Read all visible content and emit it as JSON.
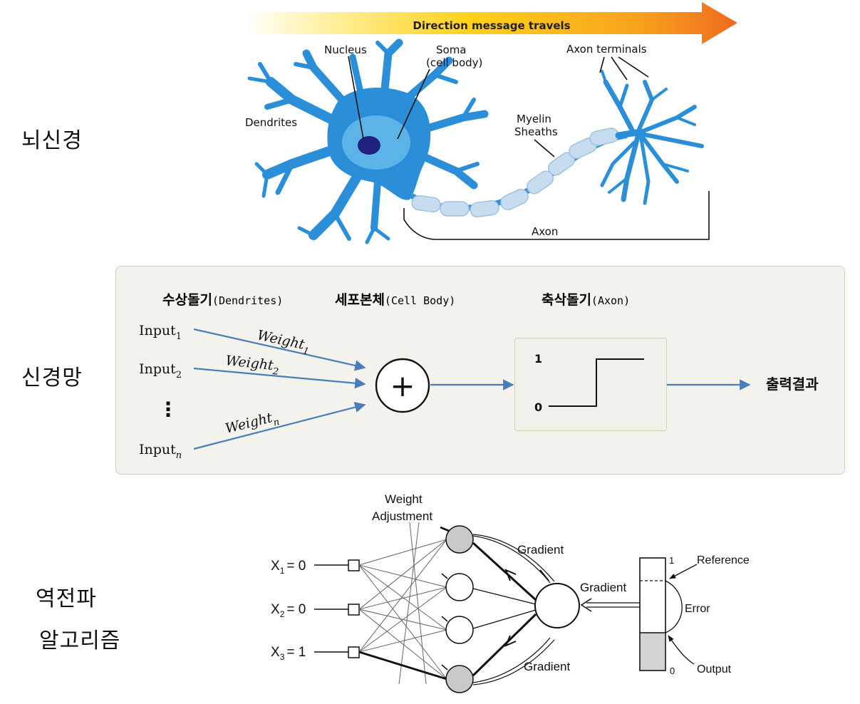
{
  "side_labels": {
    "brain": "뇌신경",
    "network": "신경망",
    "backprop_1": "역전파",
    "backprop_2": "알고리즘"
  },
  "neuron": {
    "arrow_label": "Direction message travels",
    "nucleus": "Nucleus",
    "soma": "Soma",
    "soma_sub": "(cell body)",
    "dendrites": "Dendrites",
    "axon_terminals": "Axon terminals",
    "myelin": "Myelin",
    "sheaths": "Sheaths",
    "axon": "Axon",
    "colors": {
      "cell": "#2a8fd8",
      "soma": "#5bb3e8",
      "nucleus": "#22217e",
      "myelin": "#c8dcef"
    }
  },
  "network": {
    "headers": {
      "dendrites_ko": "수상돌기",
      "dendrites_en": "(Dendrites)",
      "cellbody_ko": "세포본체",
      "cellbody_en": "(Cell Body)",
      "axon_ko": "축삭돌기",
      "axon_en": "(Axon)"
    },
    "inputs": [
      {
        "base": "Input",
        "sub": "1"
      },
      {
        "base": "Input",
        "sub": "2"
      },
      {
        "base": "Input",
        "sub": "n"
      }
    ],
    "weights": [
      {
        "base": "Weight",
        "sub": "1"
      },
      {
        "base": "Weight",
        "sub": "2"
      },
      {
        "base": "Weight",
        "sub": "n"
      }
    ],
    "ellipsis": "⋮",
    "sum_symbol": "+",
    "step_high": "1",
    "step_low": "0",
    "output": "출력결과",
    "colors": {
      "panel": "#f3f2ec",
      "line": "#4a7ebb"
    }
  },
  "backprop": {
    "weight_adjustment_1": "Weight",
    "weight_adjustment_2": "Adjustment",
    "gradient_top": "Gradient",
    "gradient_mid": "Gradient",
    "gradient_bottom": "Gradient",
    "reference": "Reference",
    "error": "Error",
    "output": "Output",
    "scale_high": "1",
    "scale_low": "0",
    "inputs": [
      {
        "name": "X",
        "sub": "1",
        "value": "= 0"
      },
      {
        "name": "X",
        "sub": "2",
        "value": "= 0"
      },
      {
        "name": "X",
        "sub": "3",
        "value": "= 1"
      }
    ]
  }
}
